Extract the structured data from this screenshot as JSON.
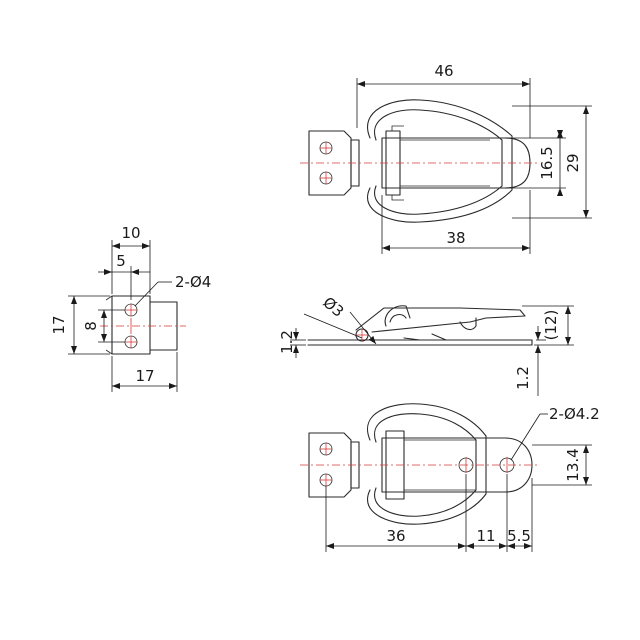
{
  "dimensions": {
    "overall_length": "46",
    "pin_spacing": "16.5",
    "overall_width": "29",
    "body_length": "38",
    "plate_width_top": "10",
    "hole_offset": "5",
    "plate_holes": "2-Ø4",
    "plate_height": "17",
    "hole_spacing": "8",
    "plate_width_bottom": "17",
    "pin_diameter": "Ø3",
    "overall_height": "(12)",
    "plate_thickness_left": "1.2",
    "plate_thickness_right": "1.2",
    "body_holes": "2-Ø4.2",
    "hole_pitch": "13.4",
    "base_to_hole": "36",
    "hole_to_hole": "11",
    "hole_to_end": "5.5"
  },
  "colors": {
    "outline": "#2a2a2a",
    "centerline": "#d83a3a",
    "dimension": "#1a1a1a"
  }
}
